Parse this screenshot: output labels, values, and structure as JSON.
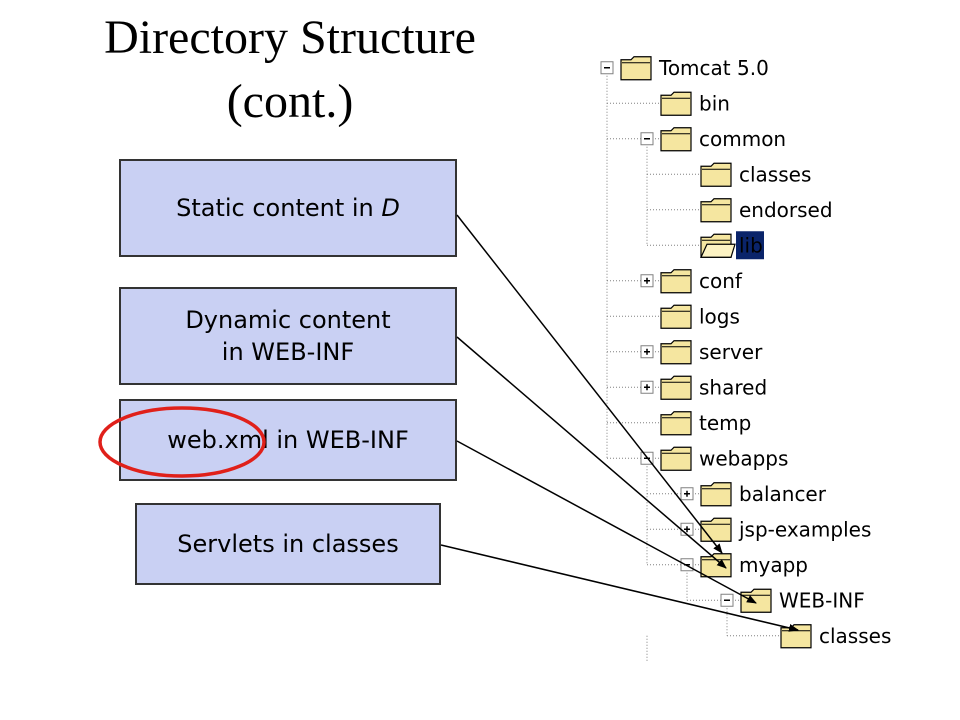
{
  "slide": {
    "title_line1": "Directory Structure",
    "title_line2": "(cont.)"
  },
  "callouts": {
    "static_text": "Static content in ",
    "static_d": "D",
    "dynamic_line1": "Dynamic content",
    "dynamic_line2": "in WEB-INF",
    "webxml": "web.xml in WEB-INF",
    "servlets": "Servlets in classes"
  },
  "tree": {
    "nodes": [
      {
        "label": "Tomcat 5.0",
        "toggle": "minus",
        "icon": "folder-icon"
      },
      {
        "label": "bin",
        "toggle": "none",
        "icon": "folder-icon"
      },
      {
        "label": "common",
        "toggle": "minus",
        "icon": "folder-icon"
      },
      {
        "label": "classes",
        "toggle": "none",
        "icon": "folder-icon"
      },
      {
        "label": "endorsed",
        "toggle": "none",
        "icon": "folder-icon"
      },
      {
        "label": "lib",
        "toggle": "none",
        "icon": "open-folder-icon",
        "selected": true
      },
      {
        "label": "conf",
        "toggle": "plus",
        "icon": "folder-icon"
      },
      {
        "label": "logs",
        "toggle": "none",
        "icon": "folder-icon"
      },
      {
        "label": "server",
        "toggle": "plus",
        "icon": "folder-icon"
      },
      {
        "label": "shared",
        "toggle": "plus",
        "icon": "folder-icon"
      },
      {
        "label": "temp",
        "toggle": "none",
        "icon": "folder-icon"
      },
      {
        "label": "webapps",
        "toggle": "minus",
        "icon": "folder-icon"
      },
      {
        "label": "balancer",
        "toggle": "plus",
        "icon": "folder-icon"
      },
      {
        "label": "jsp-examples",
        "toggle": "plus",
        "icon": "folder-icon"
      },
      {
        "label": "myapp",
        "toggle": "minus",
        "icon": "folder-icon"
      },
      {
        "label": "WEB-INF",
        "toggle": "minus",
        "icon": "folder-icon"
      },
      {
        "label": "classes",
        "toggle": "none",
        "icon": "folder-icon"
      }
    ]
  },
  "colors": {
    "callout_fill": "#c9d0f3",
    "folder_fill": "#f5e6a0",
    "selection": "#0a246a",
    "highlight_circle": "#e0201a"
  }
}
